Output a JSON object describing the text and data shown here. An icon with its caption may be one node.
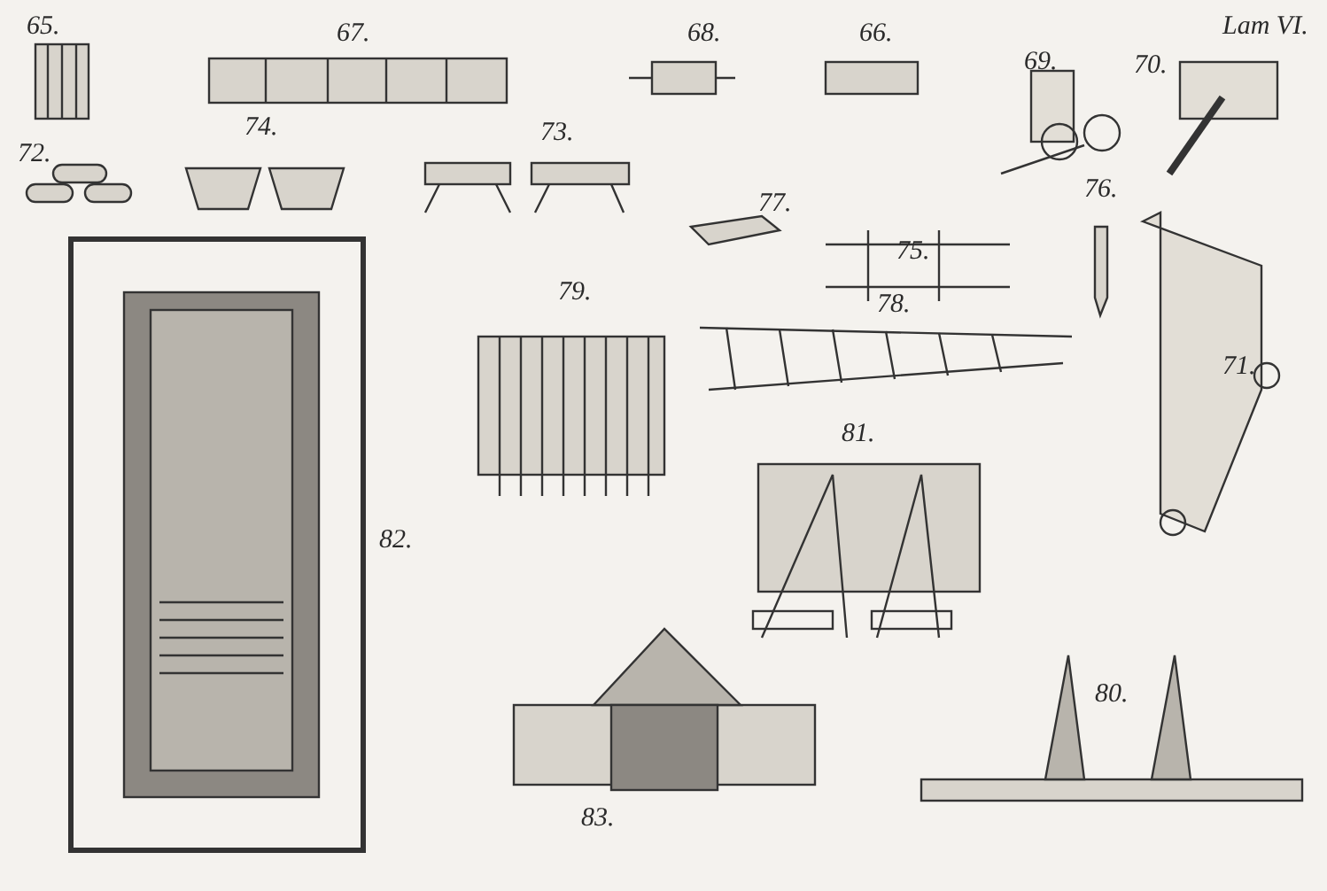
{
  "diagram": {
    "labels": [
      "65.",
      "67.",
      "68.",
      "66.",
      "69.",
      "70.",
      "Lam VI.",
      "72.",
      "74.",
      "73.",
      "77.",
      "75.",
      "76.",
      "79.",
      "78.",
      "71.",
      "82.",
      "81.",
      "80.",
      "83."
    ]
  }
}
